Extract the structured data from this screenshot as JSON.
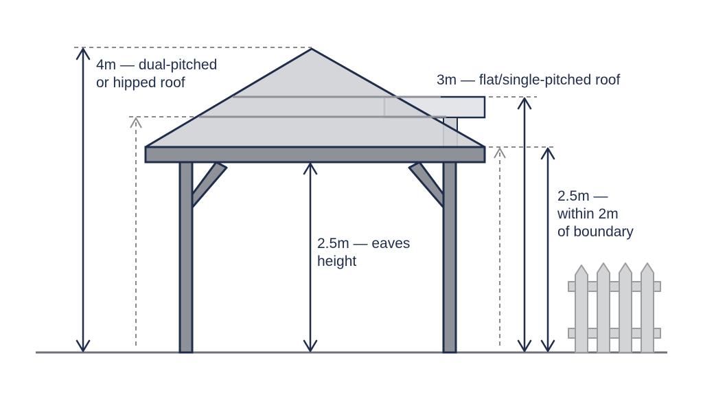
{
  "labels": {
    "ridge_height": [
      "4m — dual-pitched",
      "or hipped roof"
    ],
    "flat_roof_height": "3m — flat/single-pitched roof",
    "boundary_height": [
      "2.5m —",
      "within 2m",
      "of boundary"
    ],
    "eaves_height": [
      "2.5m — eaves",
      "height"
    ]
  },
  "colors": {
    "outline": "#1f2d4d",
    "roof_fill": "#cfd1d6",
    "post_fill": "#8e9197",
    "fence_fill": "#d3d4d6",
    "fence_outline": "#9a9ca0",
    "dashed_line": "#8a8a8a",
    "ground": "#6f7278"
  }
}
